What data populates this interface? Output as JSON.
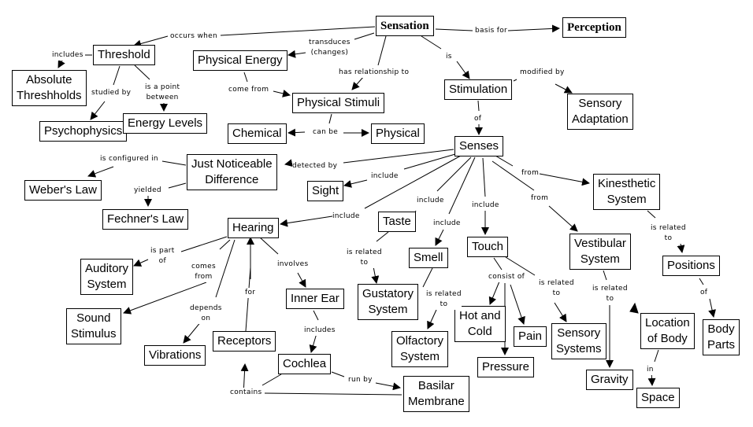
{
  "nodes": {
    "sensation": "Sensation",
    "perception": "Perception",
    "threshold": "Threshold",
    "absolute_thresholds": "Absolute\nThreshholds",
    "psychophysics": "Psychophysics",
    "energy_levels": "Energy Levels",
    "physical_energy": "Physical Energy",
    "physical_stimuli": "Physical Stimuli",
    "chemical": "Chemical",
    "physical": "Physical",
    "stimulation": "Stimulation",
    "sensory_adaptation": "Sensory\nAdaptation",
    "senses": "Senses",
    "jnd": "Just Noticeable\nDifference",
    "webers_law": "Weber's Law",
    "fechners_law": "Fechner's Law",
    "sight": "Sight",
    "kinesthetic": "Kinesthetic\nSystem",
    "hearing": "Hearing",
    "taste": "Taste",
    "smell": "Smell",
    "touch": "Touch",
    "vestibular": "Vestibular\nSystem",
    "positions": "Positions",
    "auditory_system": "Auditory\nSystem",
    "sound_stimulus": "Sound\nStimulus",
    "vibrations": "Vibrations",
    "receptors": "Receptors",
    "inner_ear": "Inner Ear",
    "cochlea": "Cochlea",
    "basilar_membrane": "Basilar\nMembrane",
    "gustatory_system": "Gustatory\nSystem",
    "olfactory_system": "Olfactory\nSystem",
    "hot_and_cold": "Hot and\nCold",
    "pain": "Pain",
    "pressure": "Pressure",
    "sensory_systems": "Sensory\nSystems",
    "gravity": "Gravity",
    "location_of_body": "Location\nof Body",
    "space": "Space",
    "body_parts": "Body\nParts"
  },
  "links": {
    "occurs_when": "occurs when",
    "includes_1": "includes",
    "studied_by": "studied by",
    "is_a_point_between": "is a point\nbetween",
    "transduces": "transduces\n(changes)",
    "come_from": "come from",
    "has_relationship_to": "has relationship to",
    "can_be": "can be",
    "basis_for": "basis for",
    "is": "is",
    "modified_by": "modified by",
    "of_1": "of",
    "is_configured_in": "is configured in",
    "yielded": "yielded",
    "detected_by": "detected by",
    "include_sight": "include",
    "include_hearing": "include",
    "include_taste": "include",
    "include_smell": "include",
    "include_touch": "include",
    "from_1": "from",
    "from_2": "from",
    "is_part_of": "is part\nof",
    "comes_from": "comes\nfrom",
    "depends_on": "depends\non",
    "for": "for",
    "involves": "involves",
    "includes_2": "includes",
    "contains": "contains",
    "run_by": "run by",
    "taste_related": "is related\nto",
    "smell_related": "is related\nto",
    "consist_of": "consist of",
    "touch_related": "is related\nto",
    "vestibular_related": "is related\nto",
    "kinesthetic_related": "is related\nto",
    "of_2": "of",
    "in": "in"
  }
}
